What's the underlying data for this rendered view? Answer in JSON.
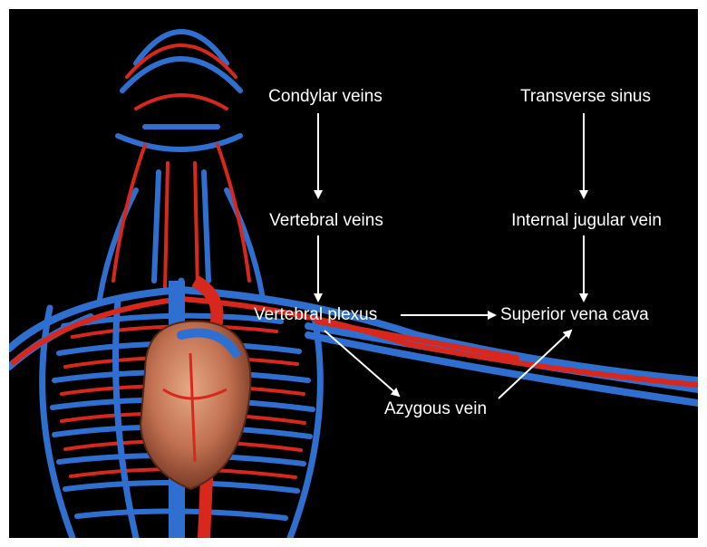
{
  "labels": {
    "condylar_veins": "Condylar veins",
    "transverse_sinus": "Transverse sinus",
    "vertebral_veins": "Vertebral veins",
    "internal_jugular_vein": "Internal jugular vein",
    "vertebral_plexus": "Vertebral plexus",
    "superior_vena_cava": "Superior vena cava",
    "azygous_vein": "Azygous vein"
  },
  "colors": {
    "background": "#000000",
    "vein": "#2f6fd0",
    "artery": "#d8281e",
    "heart": "#c87a5a",
    "label": "#ffffff"
  },
  "flow": [
    [
      "Condylar veins",
      "Vertebral veins"
    ],
    [
      "Vertebral veins",
      "Vertebral plexus"
    ],
    [
      "Transverse sinus",
      "Internal jugular vein"
    ],
    [
      "Internal jugular vein",
      "Superior vena cava"
    ],
    [
      "Vertebral plexus",
      "Superior vena cava"
    ],
    [
      "Vertebral plexus",
      "Azygous vein"
    ],
    [
      "Azygous vein",
      "Superior vena cava"
    ]
  ]
}
